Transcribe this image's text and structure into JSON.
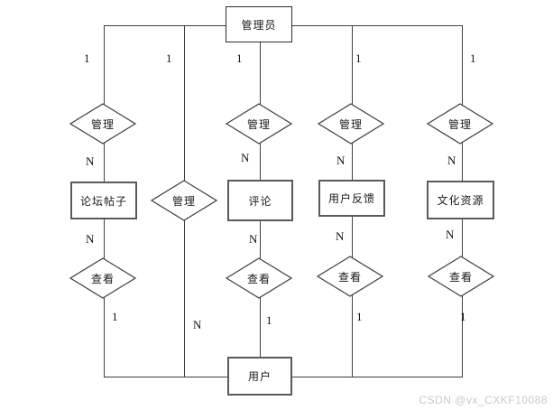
{
  "entities": {
    "admin": "管理员",
    "forum_posts": "论坛帖子",
    "comments": "评论",
    "user_feedback": "用户反馈",
    "cultural_resources": "文化资源",
    "user": "用户"
  },
  "relationships": {
    "manage_forum": "管理",
    "manage_user": "管理",
    "manage_comments": "管理",
    "manage_feedback": "管理",
    "manage_resources": "管理",
    "view_forum": "查看",
    "view_comments": "查看",
    "view_feedback": "查看",
    "view_resources": "查看"
  },
  "cardinalities": {
    "col1_top": "1",
    "col2_top": "1",
    "col3_top": "1",
    "col4_top": "1",
    "col5_top": "1",
    "col1_mid": "N",
    "col3_mid": "N",
    "col4_mid": "N",
    "col5_mid": "N",
    "col1_low": "N",
    "col3_low": "N",
    "col4_low": "N",
    "col5_low": "N",
    "col1_bottom": "1",
    "col2_bottom": "N",
    "col3_bottom": "1",
    "col4_bottom": "1",
    "col5_bottom": "1"
  },
  "watermark": "CSDN @vx_CXKF10088"
}
